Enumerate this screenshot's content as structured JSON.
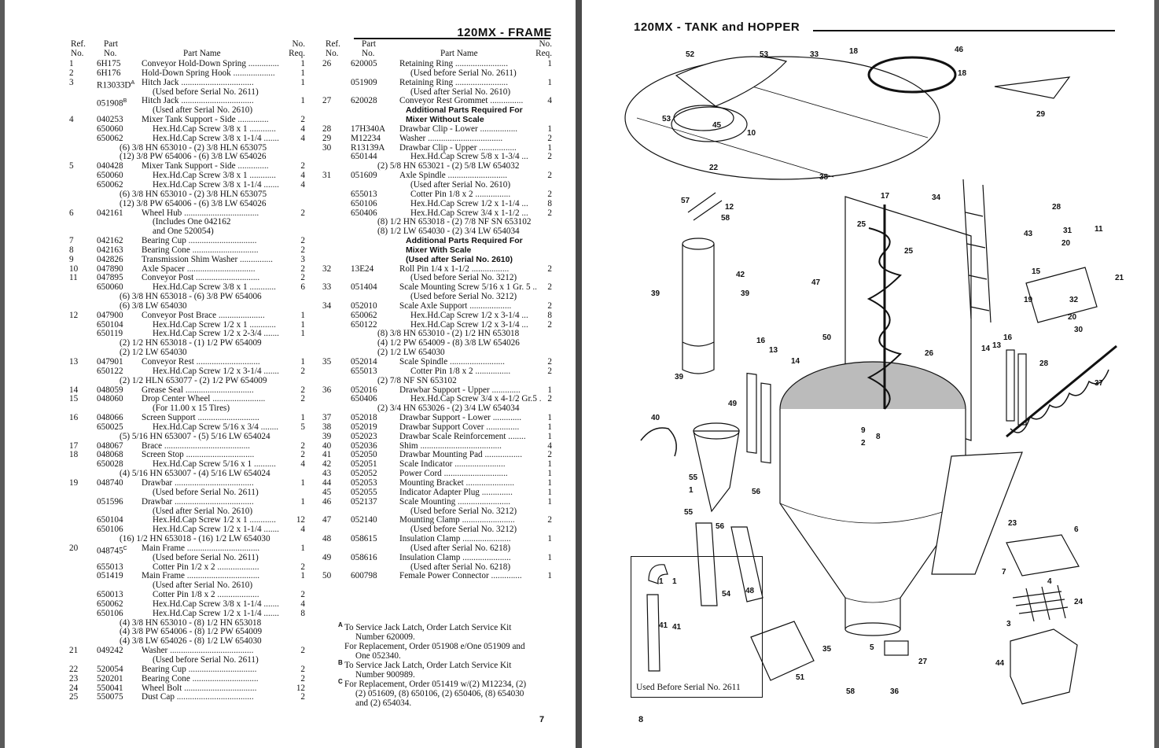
{
  "left_page": {
    "title": "120MX - FRAME",
    "page_number": "7",
    "header": {
      "ref": "Ref.",
      "no": "No.",
      "part": "Part",
      "part_no": "No.",
      "part_name": "Part Name",
      "req_no": "No.",
      "req": "Req."
    },
    "col_left": [
      {
        "ref": "1",
        "part": "6H175",
        "name": "Conveyor Hold-Down Spring",
        "qty": "1"
      },
      {
        "ref": "2",
        "part": "6H176",
        "name": "Hold-Down Spring Hook",
        "qty": "1"
      },
      {
        "ref": "3",
        "part": "R13033D",
        "sup": "A",
        "name": "Hitch Jack",
        "qty": "1"
      },
      {
        "ref": "",
        "part": "",
        "name": "(Used before Serial No. 2611)",
        "indent": "note"
      },
      {
        "ref": "",
        "part": "051908",
        "sup": "B",
        "name": "Hitch Jack",
        "qty": "1"
      },
      {
        "ref": "",
        "part": "",
        "name": "(Used after Serial No. 2610)",
        "indent": "note"
      },
      {
        "ref": "4",
        "part": "040253",
        "name": "Mixer Tank Support - Side",
        "qty": "2"
      },
      {
        "ref": "",
        "part": "650060",
        "name": "Hex.Hd.Cap Screw 3/8 x 1",
        "qty": "4",
        "indent": "sub"
      },
      {
        "ref": "",
        "part": "650062",
        "name": "Hex.Hd.Cap Screw 3/8 x 1-1/4",
        "qty": "4",
        "indent": "sub"
      },
      {
        "ref": "",
        "part": "",
        "name": "(6) 3/8 HN 653010 - (2) 3/8 HLN 653075",
        "indent": "hw"
      },
      {
        "ref": "",
        "part": "",
        "name": "(12) 3/8 PW 654006 - (6) 3/8 LW 654026",
        "indent": "hw"
      },
      {
        "ref": "5",
        "part": "040428",
        "name": "Mixer Tank Support - Side",
        "qty": "2"
      },
      {
        "ref": "",
        "part": "650060",
        "name": "Hex.Hd.Cap Screw 3/8 x 1",
        "qty": "4",
        "indent": "sub"
      },
      {
        "ref": "",
        "part": "650062",
        "name": "Hex.Hd.Cap Screw 3/8 x 1-1/4",
        "qty": "4",
        "indent": "sub"
      },
      {
        "ref": "",
        "part": "",
        "name": "(6) 3/8 HN 653010 - (2) 3/8 HLN 653075",
        "indent": "hw"
      },
      {
        "ref": "",
        "part": "",
        "name": "(12) 3/8 PW 654006 - (6) 3/8 LW 654026",
        "indent": "hw"
      },
      {
        "ref": "6",
        "part": "042161",
        "name": "Wheel Hub",
        "qty": "2"
      },
      {
        "ref": "",
        "part": "",
        "name": "(Includes One 042162",
        "indent": "note"
      },
      {
        "ref": "",
        "part": "",
        "name": "and One 520054)",
        "indent": "note"
      },
      {
        "ref": "7",
        "part": "042162",
        "name": "Bearing Cup",
        "qty": "2"
      },
      {
        "ref": "8",
        "part": "042163",
        "name": "Bearing Cone",
        "qty": "2"
      },
      {
        "ref": "9",
        "part": "042826",
        "name": "Transmission Shim Washer",
        "qty": "3"
      },
      {
        "ref": "10",
        "part": "047890",
        "name": "Axle Spacer",
        "qty": "2"
      },
      {
        "ref": "11",
        "part": "047895",
        "name": "Conveyor Post",
        "qty": "2"
      },
      {
        "ref": "",
        "part": "650060",
        "name": "Hex.Hd.Cap Screw 3/8 x 1",
        "qty": "6",
        "indent": "sub"
      },
      {
        "ref": "",
        "part": "",
        "name": "(6) 3/8 HN 653018 - (6) 3/8 PW 654006",
        "indent": "hw"
      },
      {
        "ref": "",
        "part": "",
        "name": "(6) 3/8 LW 654030",
        "indent": "hw"
      },
      {
        "ref": "12",
        "part": "047900",
        "name": "Conveyor Post Brace",
        "qty": "1"
      },
      {
        "ref": "",
        "part": "650104",
        "name": "Hex.Hd.Cap Screw 1/2 x 1",
        "qty": "1",
        "indent": "sub"
      },
      {
        "ref": "",
        "part": "650119",
        "name": "Hex.Hd.Cap Screw 1/2 x 2-3/4",
        "qty": "1",
        "indent": "sub"
      },
      {
        "ref": "",
        "part": "",
        "name": "(2) 1/2 HN 653018 - (1) 1/2 PW 654009",
        "indent": "hw"
      },
      {
        "ref": "",
        "part": "",
        "name": "(2) 1/2 LW 654030",
        "indent": "hw"
      },
      {
        "ref": "13",
        "part": "047901",
        "name": "Conveyor Rest",
        "qty": "1"
      },
      {
        "ref": "",
        "part": "650122",
        "name": "Hex.Hd.Cap Screw 1/2 x 3-1/4",
        "qty": "2",
        "indent": "sub"
      },
      {
        "ref": "",
        "part": "",
        "name": "(2) 1/2 HLN 653077 - (2) 1/2 PW 654009",
        "indent": "hw"
      },
      {
        "ref": "14",
        "part": "048059",
        "name": "Grease Seal",
        "qty": "2"
      },
      {
        "ref": "15",
        "part": "048060",
        "name": "Drop Center Wheel",
        "qty": "2"
      },
      {
        "ref": "",
        "part": "",
        "name": "(For 11.00 x 15 Tires)",
        "indent": "note"
      },
      {
        "ref": "16",
        "part": "048066",
        "name": "Screen Support",
        "qty": "1"
      },
      {
        "ref": "",
        "part": "650025",
        "name": "Hex.Hd.Cap Screw 5/16 x 3/4",
        "qty": "5",
        "indent": "sub"
      },
      {
        "ref": "",
        "part": "",
        "name": "(5) 5/16 HN 653007 - (5) 5/16 LW 654024",
        "indent": "hw"
      },
      {
        "ref": "17",
        "part": "048067",
        "name": "Brace",
        "qty": "2"
      },
      {
        "ref": "18",
        "part": "048068",
        "name": "Screen Stop",
        "qty": "2"
      },
      {
        "ref": "",
        "part": "650028",
        "name": "Hex.Hd.Cap Screw 5/16 x 1",
        "qty": "4",
        "indent": "sub"
      },
      {
        "ref": "",
        "part": "",
        "name": "(4) 5/16 HN 653007 - (4) 5/16 LW 654024",
        "indent": "hw"
      },
      {
        "ref": "19",
        "part": "048740",
        "name": "Drawbar",
        "qty": "1"
      },
      {
        "ref": "",
        "part": "",
        "name": "(Used before Serial No. 2611)",
        "indent": "note"
      },
      {
        "ref": "",
        "part": "051596",
        "name": "Drawbar",
        "qty": "1"
      },
      {
        "ref": "",
        "part": "",
        "name": "(Used after Serial No. 2610)",
        "indent": "note"
      },
      {
        "ref": "",
        "part": "650104",
        "name": "Hex.Hd.Cap Screw 1/2 x 1",
        "qty": "12",
        "indent": "sub"
      },
      {
        "ref": "",
        "part": "650106",
        "name": "Hex.Hd.Cap Screw 1/2 x 1-1/4",
        "qty": "4",
        "indent": "sub"
      },
      {
        "ref": "",
        "part": "",
        "name": "(16) 1/2 HN 653018 - (16) 1/2 LW 654030",
        "indent": "hw"
      },
      {
        "ref": "20",
        "part": "048745",
        "sup": "C",
        "name": "Main Frame",
        "qty": "1"
      },
      {
        "ref": "",
        "part": "",
        "name": "(Used before Serial No. 2611)",
        "indent": "note"
      },
      {
        "ref": "",
        "part": "655013",
        "name": "Cotter Pin 1/2 x 2",
        "qty": "2",
        "indent": "sub"
      },
      {
        "ref": "",
        "part": "051419",
        "name": "Main Frame",
        "qty": "1"
      },
      {
        "ref": "",
        "part": "",
        "name": "(Used after Serial No. 2610)",
        "indent": "note"
      },
      {
        "ref": "",
        "part": "650013",
        "name": "Cotter Pin 1/8 x 2",
        "qty": "2",
        "indent": "sub"
      },
      {
        "ref": "",
        "part": "650062",
        "name": "Hex.Hd.Cap Screw 3/8 x 1-1/4",
        "qty": "4",
        "indent": "sub"
      },
      {
        "ref": "",
        "part": "650106",
        "name": "Hex.Hd.Cap Screw 1/2 x 1-1/4",
        "qty": "8",
        "indent": "sub"
      },
      {
        "ref": "",
        "part": "",
        "name": "(4) 3/8 HN 653010 - (8) 1/2 HN 653018",
        "indent": "hw"
      },
      {
        "ref": "",
        "part": "",
        "name": "(4) 3/8 PW 654006 - (8) 1/2 PW 654009",
        "indent": "hw"
      },
      {
        "ref": "",
        "part": "",
        "name": "(4) 3/8 LW 654026 - (8) 1/2 LW 654030",
        "indent": "hw"
      },
      {
        "ref": "21",
        "part": "049242",
        "name": "Washer",
        "qty": "2"
      },
      {
        "ref": "",
        "part": "",
        "name": "(Used before Serial No. 2611)",
        "indent": "note"
      },
      {
        "ref": "22",
        "part": "520054",
        "name": "Bearing Cup",
        "qty": "2"
      },
      {
        "ref": "23",
        "part": "520201",
        "name": "Bearing Cone",
        "qty": "2"
      },
      {
        "ref": "24",
        "part": "550041",
        "name": "Wheel Bolt",
        "qty": "12"
      },
      {
        "ref": "25",
        "part": "550075",
        "name": "Dust Cap",
        "qty": "2"
      }
    ],
    "col_right": [
      {
        "ref": "26",
        "part": "620005",
        "name": "Retaining Ring",
        "qty": "1"
      },
      {
        "ref": "",
        "part": "",
        "name": "(Used before Serial No. 2611)",
        "indent": "note"
      },
      {
        "ref": "",
        "part": "051909",
        "name": "Retaining Ring",
        "qty": "1"
      },
      {
        "ref": "",
        "part": "",
        "name": "(Used after Serial No. 2610)",
        "indent": "note"
      },
      {
        "ref": "27",
        "part": "620028",
        "name": "Conveyor Rest Grommet",
        "qty": "4"
      },
      {
        "ref": "",
        "part": "",
        "name": "Additional Parts Required For",
        "indent": "bold"
      },
      {
        "ref": "",
        "part": "",
        "name": "Mixer Without Scale",
        "indent": "bold"
      },
      {
        "ref": "28",
        "part": "17H340A",
        "name": "Drawbar Clip - Lower",
        "qty": "1"
      },
      {
        "ref": "29",
        "part": "M12234",
        "name": "Washer",
        "qty": "2"
      },
      {
        "ref": "30",
        "part": "R13139A",
        "name": "Drawbar Clip - Upper",
        "qty": "1"
      },
      {
        "ref": "",
        "part": "650144",
        "name": "Hex.Hd.Cap Screw 5/8 x 1-3/4",
        "qty": "2",
        "indent": "sub"
      },
      {
        "ref": "",
        "part": "",
        "name": "(2) 5/8 HN 653021 - (2) 5/8 LW 654032",
        "indent": "hw"
      },
      {
        "ref": "31",
        "part": "051609",
        "name": "Axle Spindle",
        "qty": "2"
      },
      {
        "ref": "",
        "part": "",
        "name": "(Used after Serial No. 2610)",
        "indent": "note"
      },
      {
        "ref": "",
        "part": "655013",
        "name": "Cotter Pin 1/8 x 2",
        "qty": "2",
        "indent": "sub"
      },
      {
        "ref": "",
        "part": "650106",
        "name": "Hex.Hd.Cap Screw 1/2 x 1-1/4",
        "qty": "8",
        "indent": "sub"
      },
      {
        "ref": "",
        "part": "650406",
        "name": "Hex.Hd.Cap Screw 3/4 x 1-1/2",
        "qty": "2",
        "indent": "sub"
      },
      {
        "ref": "",
        "part": "",
        "name": "(8) 1/2 HN 653018 - (2) 7/8 NF SN 653102",
        "indent": "hw"
      },
      {
        "ref": "",
        "part": "",
        "name": "(8) 1/2 LW 654030 - (2) 3/4 LW 654034",
        "indent": "hw"
      },
      {
        "ref": "",
        "part": "",
        "name": "Additional Parts Required For",
        "indent": "bold"
      },
      {
        "ref": "",
        "part": "",
        "name": "Mixer With Scale",
        "indent": "bold"
      },
      {
        "ref": "",
        "part": "",
        "name": "(Used after Serial No. 2610)",
        "indent": "bold"
      },
      {
        "ref": "32",
        "part": "13E24",
        "name": "Roll Pin 1/4 x 1-1/2",
        "qty": "2"
      },
      {
        "ref": "",
        "part": "",
        "name": "(Used before Serial No. 3212)",
        "indent": "note"
      },
      {
        "ref": "33",
        "part": "051404",
        "name": "Scale Mounting Screw 5/16 x 1 Gr. 5",
        "qty": "2"
      },
      {
        "ref": "",
        "part": "",
        "name": "(Used before Serial No. 3212)",
        "indent": "note"
      },
      {
        "ref": "34",
        "part": "052010",
        "name": "Scale Axle Support",
        "qty": "2"
      },
      {
        "ref": "",
        "part": "650062",
        "name": "Hex.Hd.Cap Screw 1/2 x 3-1/4",
        "qty": "8",
        "indent": "sub"
      },
      {
        "ref": "",
        "part": "650122",
        "name": "Hex.Hd.Cap Screw 1/2 x 3-1/4",
        "qty": "2",
        "indent": "sub"
      },
      {
        "ref": "",
        "part": "",
        "name": "(8) 3/8 HN 653010 - (2) 1/2 HN 653018",
        "indent": "hw"
      },
      {
        "ref": "",
        "part": "",
        "name": "(4) 1/2 PW 654009 - (8) 3/8 LW 654026",
        "indent": "hw"
      },
      {
        "ref": "",
        "part": "",
        "name": "(2) 1/2 LW 654030",
        "indent": "hw"
      },
      {
        "ref": "35",
        "part": "052014",
        "name": "Scale Spindle",
        "qty": "2"
      },
      {
        "ref": "",
        "part": "655013",
        "name": "Cotter Pin 1/8 x 2",
        "qty": "2",
        "indent": "sub"
      },
      {
        "ref": "",
        "part": "",
        "name": "(2) 7/8 NF SN 653102",
        "indent": "hw"
      },
      {
        "ref": "36",
        "part": "052016",
        "name": "Drawbar Support - Upper",
        "qty": "1"
      },
      {
        "ref": "",
        "part": "650406",
        "name": "Hex.Hd.Cap Screw 3/4 x 4-1/2 Gr.5",
        "qty": "2",
        "indent": "sub"
      },
      {
        "ref": "",
        "part": "",
        "name": "(2) 3/4 HN 653026 - (2) 3/4 LW 654034",
        "indent": "hw"
      },
      {
        "ref": "37",
        "part": "052018",
        "name": "Drawbar Support - Lower",
        "qty": "1"
      },
      {
        "ref": "38",
        "part": "052019",
        "name": "Drawbar Support Cover",
        "qty": "1"
      },
      {
        "ref": "39",
        "part": "052023",
        "name": "Drawbar Scale Reinforcement",
        "qty": "1"
      },
      {
        "ref": "40",
        "part": "052036",
        "name": "Shim",
        "qty": "4"
      },
      {
        "ref": "41",
        "part": "052050",
        "name": "Drawbar Mounting Pad",
        "qty": "2"
      },
      {
        "ref": "42",
        "part": "052051",
        "name": "Scale Indicator",
        "qty": "1"
      },
      {
        "ref": "43",
        "part": "052052",
        "name": "Power Cord",
        "qty": "1"
      },
      {
        "ref": "44",
        "part": "052053",
        "name": "Mounting Bracket",
        "qty": "1"
      },
      {
        "ref": "45",
        "part": "052055",
        "name": "Indicator Adapter Plug",
        "qty": "1"
      },
      {
        "ref": "46",
        "part": "052137",
        "name": "Scale Mounting",
        "qty": "1"
      },
      {
        "ref": "",
        "part": "",
        "name": "(Used before Serial No. 3212)",
        "indent": "note"
      },
      {
        "ref": "47",
        "part": "052140",
        "name": "Mounting Clamp",
        "qty": "2"
      },
      {
        "ref": "",
        "part": "",
        "name": "(Used before Serial No. 3212)",
        "indent": "note"
      },
      {
        "ref": "48",
        "part": "058615",
        "name": "Insulation Clamp",
        "qty": "1"
      },
      {
        "ref": "",
        "part": "",
        "name": "(Used after Serial No. 6218)",
        "indent": "note"
      },
      {
        "ref": "49",
        "part": "058616",
        "name": "Insulation Clamp",
        "qty": "1"
      },
      {
        "ref": "",
        "part": "",
        "name": "(Used after Serial No. 6218)",
        "indent": "note"
      },
      {
        "ref": "50",
        "part": "600798",
        "name": "Female Power Connector",
        "qty": "1"
      }
    ],
    "footnotes": [
      {
        "mark": "A",
        "lines": [
          "To Service Jack Latch, Order Latch Service Kit",
          "Number 620009.",
          "For Replacement, Order 051908 e/One 051909 and",
          "One 052340."
        ]
      },
      {
        "mark": "B",
        "lines": [
          "To Service Jack Latch, Order Latch Service Kit",
          "Number 900989."
        ]
      },
      {
        "mark": "C",
        "lines": [
          "For Replacement, Order 051419 w/(2) M12234, (2)",
          "(2) 051609, (8) 650106, (2) 650406, (8) 654030",
          "and (2) 654034."
        ]
      }
    ]
  },
  "right_page": {
    "title": "120MX - TANK and HOPPER",
    "page_number": "8",
    "inset_label": "Used Before Serial No. 2611",
    "callouts": [
      "52",
      "53",
      "33",
      "18",
      "46",
      "18",
      "29",
      "53",
      "45",
      "10",
      "38",
      "34",
      "22",
      "57",
      "12",
      "58",
      "17",
      "25",
      "25",
      "28",
      "31",
      "11",
      "43",
      "20",
      "15",
      "21",
      "47",
      "42",
      "32",
      "19",
      "39",
      "39",
      "20",
      "30",
      "26",
      "16",
      "13",
      "14",
      "50",
      "14",
      "13",
      "16",
      "28",
      "37",
      "39",
      "49",
      "9",
      "8",
      "2",
      "40",
      "55",
      "56",
      "1",
      "55",
      "56",
      "48",
      "54",
      "23",
      "6",
      "7",
      "4",
      "24",
      "3",
      "1",
      "41",
      "35",
      "5",
      "27",
      "44",
      "51",
      "58",
      "36"
    ]
  }
}
